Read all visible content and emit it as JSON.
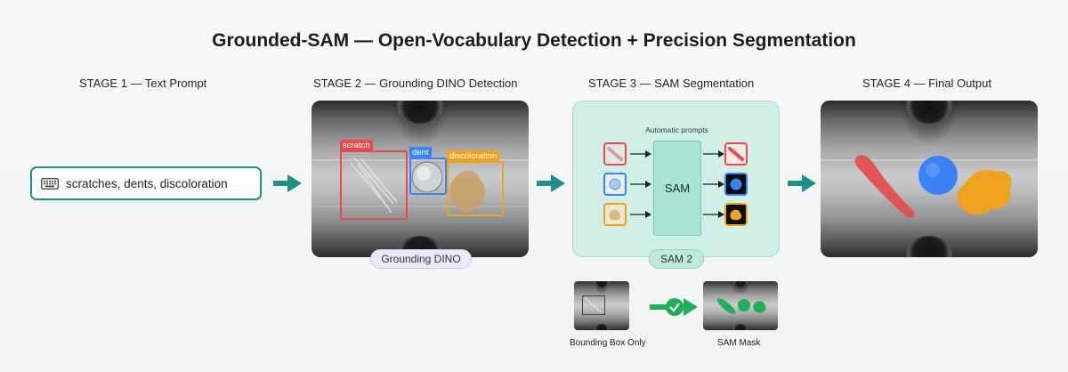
{
  "title": "Grounded-SAM — Open-Vocabulary Detection + Precision Segmentation",
  "stages": [
    {
      "label": "STAGE 1 — Text Prompt"
    },
    {
      "label": "STAGE 2 — Grounding DINO Detection"
    },
    {
      "label": "STAGE 3 — SAM Segmentation"
    },
    {
      "label": "STAGE 4 — Final Output"
    }
  ],
  "prompt": {
    "icon": "keyboard-icon",
    "text": "scratches, dents, discoloration"
  },
  "detection": {
    "labels": {
      "scratch": "scratch",
      "dent": "dent",
      "discoloration": "discoloration"
    },
    "model_pill": "Grounding DINO"
  },
  "sam": {
    "auto_prompts": "Automatic prompts",
    "block_label": "SAM",
    "model_pill": "SAM 2"
  },
  "comparison": {
    "left_caption": "Bounding Box Only",
    "right_caption": "SAM Mask"
  },
  "colors": {
    "accent_teal": "#1f8f89",
    "scratch_red": "#e64b4b",
    "dent_blue": "#3b82f6",
    "discoloration_orange": "#f0a21f",
    "check_green": "#1fae5b"
  }
}
